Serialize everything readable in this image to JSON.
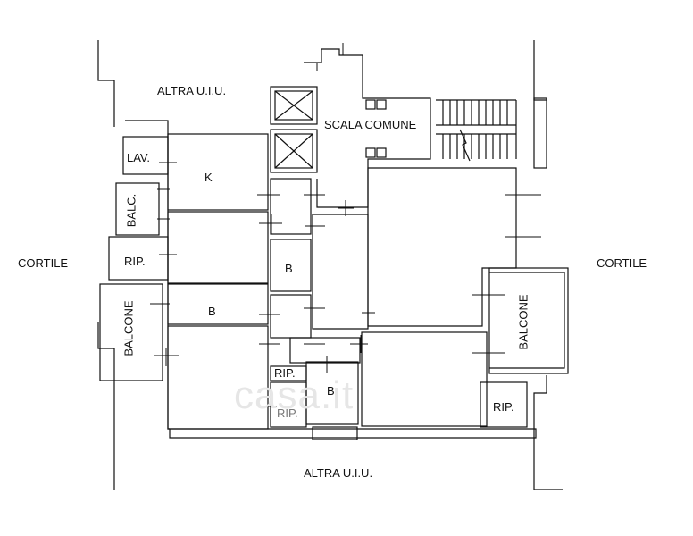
{
  "labels": {
    "altra_top": "ALTRA U.I.U.",
    "altra_bottom": "ALTRA U.I.U.",
    "scala": "SCALA COMUNE",
    "cortile_left": "CORTILE",
    "cortile_right": "CORTILE",
    "lav": "LAV.",
    "k": "K",
    "balc": "BALC.",
    "rip_left": "RIP.",
    "b_center": "B",
    "balcone_left": "BALCONE",
    "b_left": "B",
    "rip_small": "RIP.",
    "rip_lower": "RIP.",
    "b_lower": "B",
    "balcone_right": "BALCONE",
    "rip_right": "RIP."
  },
  "watermark": "casa.it",
  "colors": {
    "wall": "#111111",
    "wm": "#e6e6e6"
  }
}
